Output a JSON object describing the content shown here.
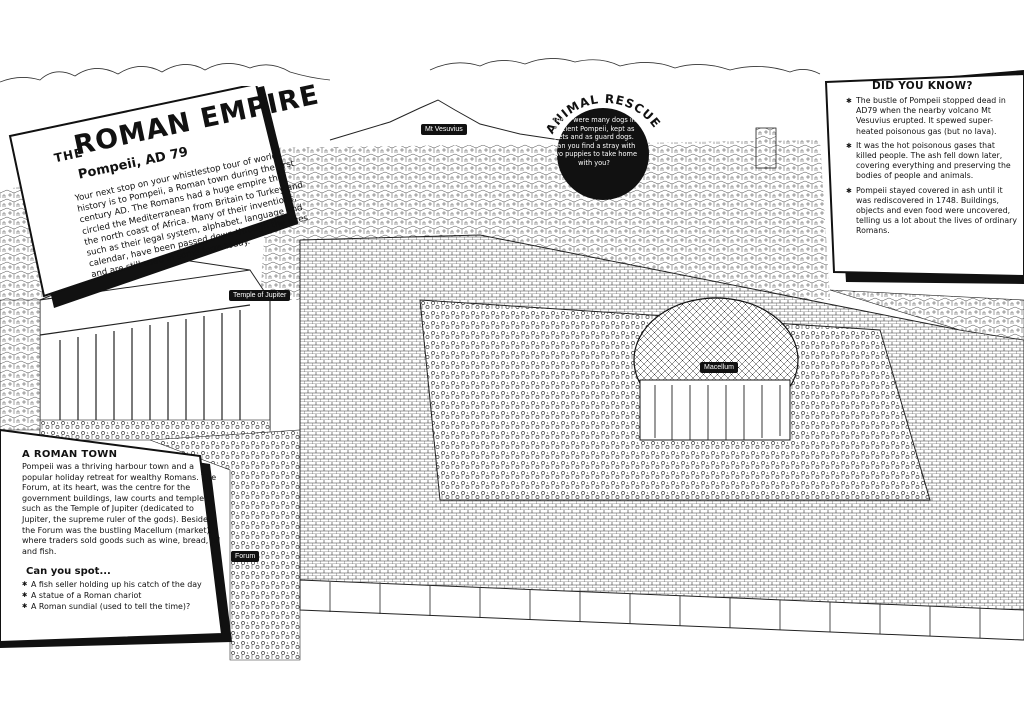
{
  "intro": {
    "the": "THE",
    "title": "ROMAN EMPIRE",
    "subtitle": "Pompeii, AD 79",
    "body": "Your next stop on your whistlestop tour of world history is to Pompeii, a Roman town during the first century AD. The Romans had a huge empire that circled the Mediterranean from Britain to Turkey and the north coast of Africa. Many of their inventions, such as their legal system, alphabet, language and calendar, have been passed down through the ages and are still used in some form today."
  },
  "rescue": {
    "title": "ANIMAL RESCUE",
    "body": "There were many dogs in ancient Pompeii, kept as pets and as guard dogs. Can you find a stray with two puppies to take home with you?"
  },
  "did_you_know": {
    "title": "DID YOU KNOW?",
    "facts": [
      "The bustle of Pompeii stopped dead in AD79 when the nearby volcano Mt Vesuvius erupted. It spewed super-heated poisonous gas (but no lava).",
      "It was the hot poisonous gases that killed people. The ash fell down later, covering everything and preserving the bodies of people and animals.",
      "Pompeii stayed covered in ash until it was rediscovered in 1748. Buildings, objects and even food were uncovered, telling us a lot about the lives of ordinary Romans."
    ]
  },
  "town": {
    "title": "A ROMAN TOWN",
    "body": "Pompeii was a thriving harbour town and a popular holiday retreat for wealthy Romans. The Forum, at its heart, was the centre for the government buildings, law courts and temples, such as the Temple of Jupiter (dedicated to Jupiter, the supreme ruler of the gods). Beside the Forum was the bustling Macellum (market) where traders sold goods such as wine, bread, oil and fish.",
    "spot_title": "Can you spot...",
    "spot_items": [
      "A fish seller holding up his catch of the day",
      "A statue of a Roman chariot",
      "A Roman sundial (used to tell the time)?"
    ]
  },
  "labels": {
    "vesuvius": "Mt Vesuvius",
    "temple": "Temple of Jupiter",
    "macellum": "Macellum",
    "forum": "Forum"
  }
}
